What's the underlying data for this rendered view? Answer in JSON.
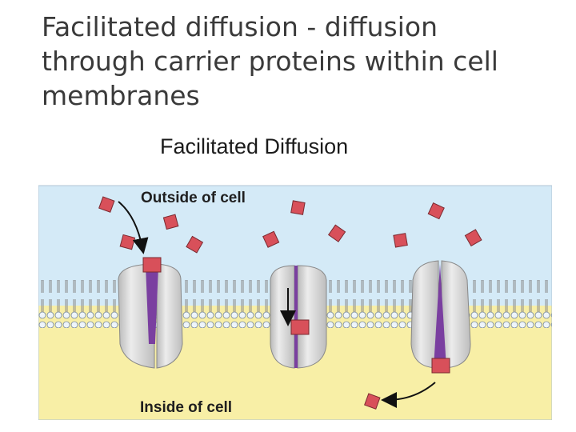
{
  "slide": {
    "title_lines": [
      "Facilitated diffusion - diffusion",
      "through carrier proteins within cell",
      "membranes"
    ]
  },
  "diagram": {
    "caption": "Facilitated Diffusion",
    "outside_label": "Outside of cell",
    "inside_label": "Inside of cell",
    "colors": {
      "outside_bg": "#d4eaf7",
      "inside_bg": "#f8efa6",
      "protein": "#d8d8d8",
      "channel": "#7a3fa0",
      "molecule": "#d8505a",
      "lipid_head": "#e8f1f8"
    }
  }
}
